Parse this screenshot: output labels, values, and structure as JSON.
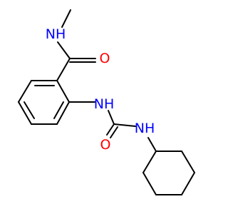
{
  "molecule": {
    "atom_labels": {
      "amide_nh": "NH",
      "amide_o": "O",
      "aniline_nh": "NH",
      "urea_o": "O",
      "urea_nh": "NH"
    },
    "colors": {
      "bond": "#000000",
      "nitrogen": "#0000ff",
      "oxygen": "#ff0000"
    }
  }
}
